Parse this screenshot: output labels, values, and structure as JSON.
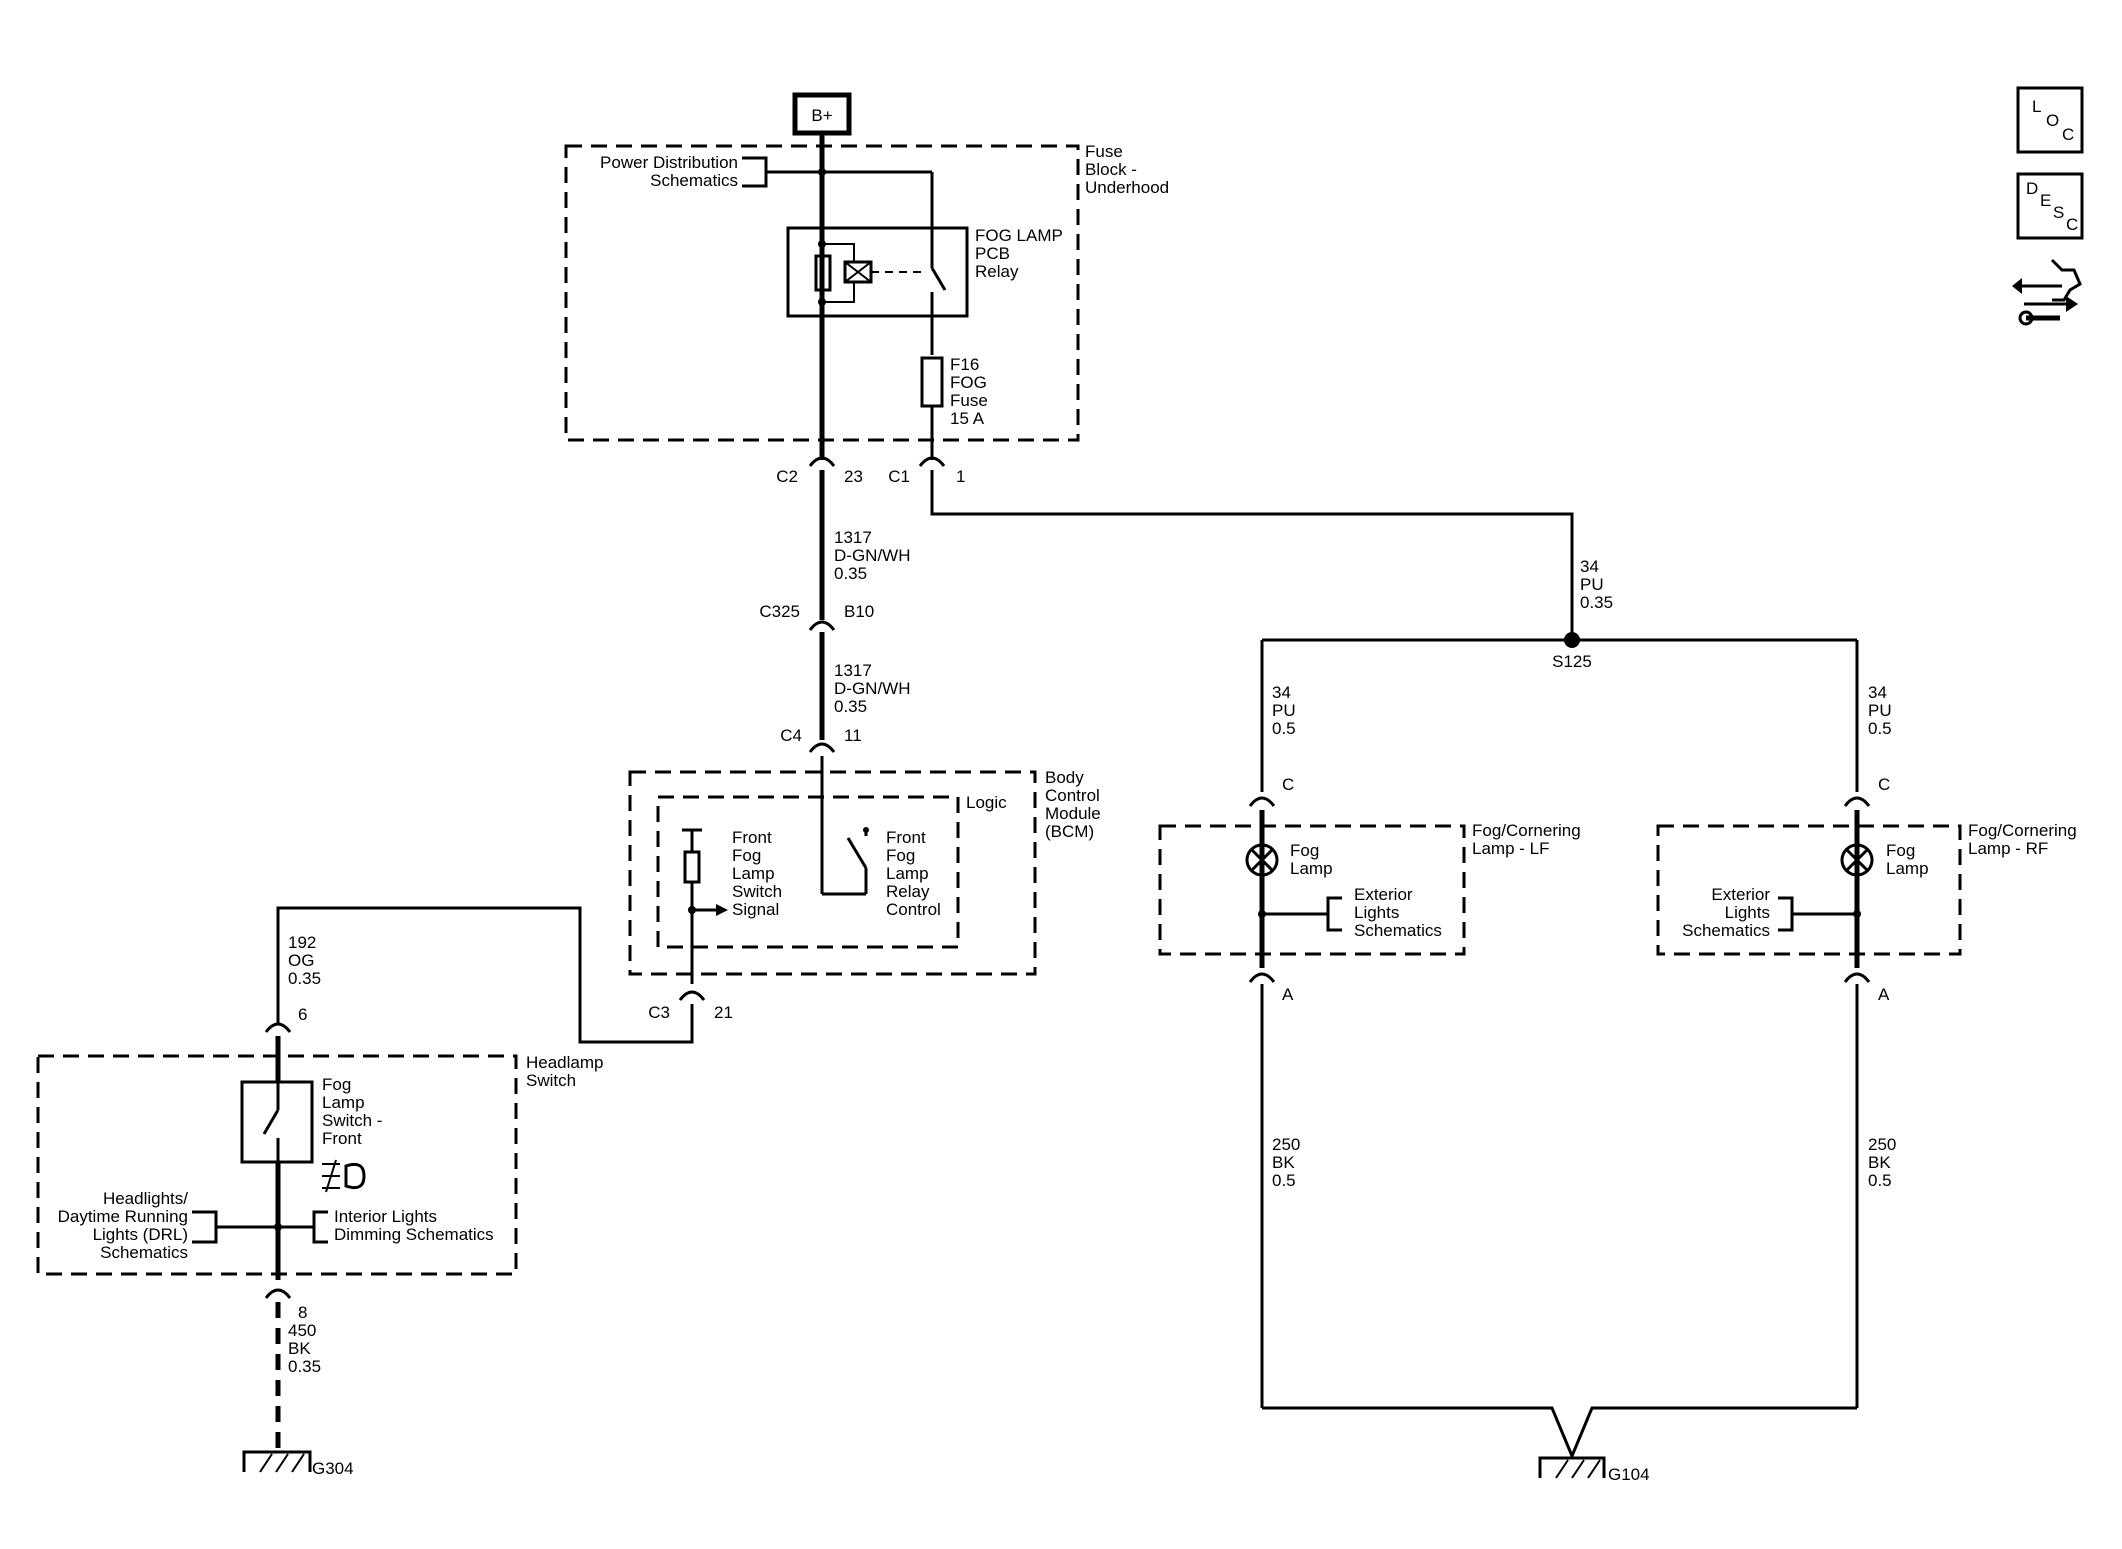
{
  "battery": "B+",
  "fuse_block": {
    "title": [
      "Fuse",
      "Block -",
      "Underhood"
    ],
    "power_dist": [
      "Power Distribution",
      "Schematics"
    ],
    "relay": [
      "FOG LAMP",
      "PCB",
      "Relay"
    ],
    "fuse": [
      "F16",
      "FOG",
      "Fuse",
      "15 A"
    ]
  },
  "connectors": {
    "c2": "C2",
    "c2_pin": "23",
    "c1": "C1",
    "c1_pin": "1",
    "c325": "C325",
    "c325_pin": "B10",
    "c4": "C4",
    "c4_pin": "11",
    "c3": "C3",
    "c3_pin": "21",
    "hs_top_pin": "6",
    "hs_bottom_pin": "8",
    "lamp_top_pin": "C",
    "lamp_bottom_pin": "A"
  },
  "wires": {
    "w1317_a": [
      "1317",
      "D-GN/WH",
      "0.35"
    ],
    "w1317_b": [
      "1317",
      "D-GN/WH",
      "0.35"
    ],
    "w34_main": [
      "34",
      "PU",
      "0.35"
    ],
    "w34_lf": [
      "34",
      "PU",
      "0.5"
    ],
    "w34_rf": [
      "34",
      "PU",
      "0.5"
    ],
    "w192": [
      "192",
      "OG",
      "0.35"
    ],
    "w450": [
      "450",
      "BK",
      "0.35"
    ],
    "w250_lf": [
      "250",
      "BK",
      "0.5"
    ],
    "w250_rf": [
      "250",
      "BK",
      "0.5"
    ]
  },
  "splice": "S125",
  "bcm": {
    "title": [
      "Body",
      "Control",
      "Module",
      "(BCM)"
    ],
    "logic": "Logic",
    "switch_signal": [
      "Front",
      "Fog",
      "Lamp",
      "Switch",
      "Signal"
    ],
    "relay_control": [
      "Front",
      "Fog",
      "Lamp",
      "Relay",
      "Control"
    ]
  },
  "headlamp_switch": {
    "title": [
      "Headlamp",
      "Switch"
    ],
    "fog_switch": [
      "Fog",
      "Lamp",
      "Switch -",
      "Front"
    ],
    "headlights": [
      "Headlights/",
      "Daytime Running",
      "Lights (DRL)",
      "Schematics"
    ],
    "interior": [
      "Interior Lights",
      "Dimming Schematics"
    ]
  },
  "lamp_lf": {
    "title": [
      "Fog/Cornering",
      "Lamp - LF"
    ],
    "lamp": [
      "Fog",
      "Lamp"
    ],
    "exterior": [
      "Exterior",
      "Lights",
      "Schematics"
    ]
  },
  "lamp_rf": {
    "title": [
      "Fog/Cornering",
      "Lamp - RF"
    ],
    "lamp": [
      "Fog",
      "Lamp"
    ],
    "exterior": [
      "Exterior",
      "Lights",
      "Schematics"
    ]
  },
  "grounds": {
    "g304": "G304",
    "g104": "G104"
  },
  "side_icons": {
    "loc": [
      "L",
      "O",
      "C"
    ],
    "desc": [
      "D",
      "E",
      "S",
      "C"
    ],
    "nav": "navigation-icon"
  }
}
